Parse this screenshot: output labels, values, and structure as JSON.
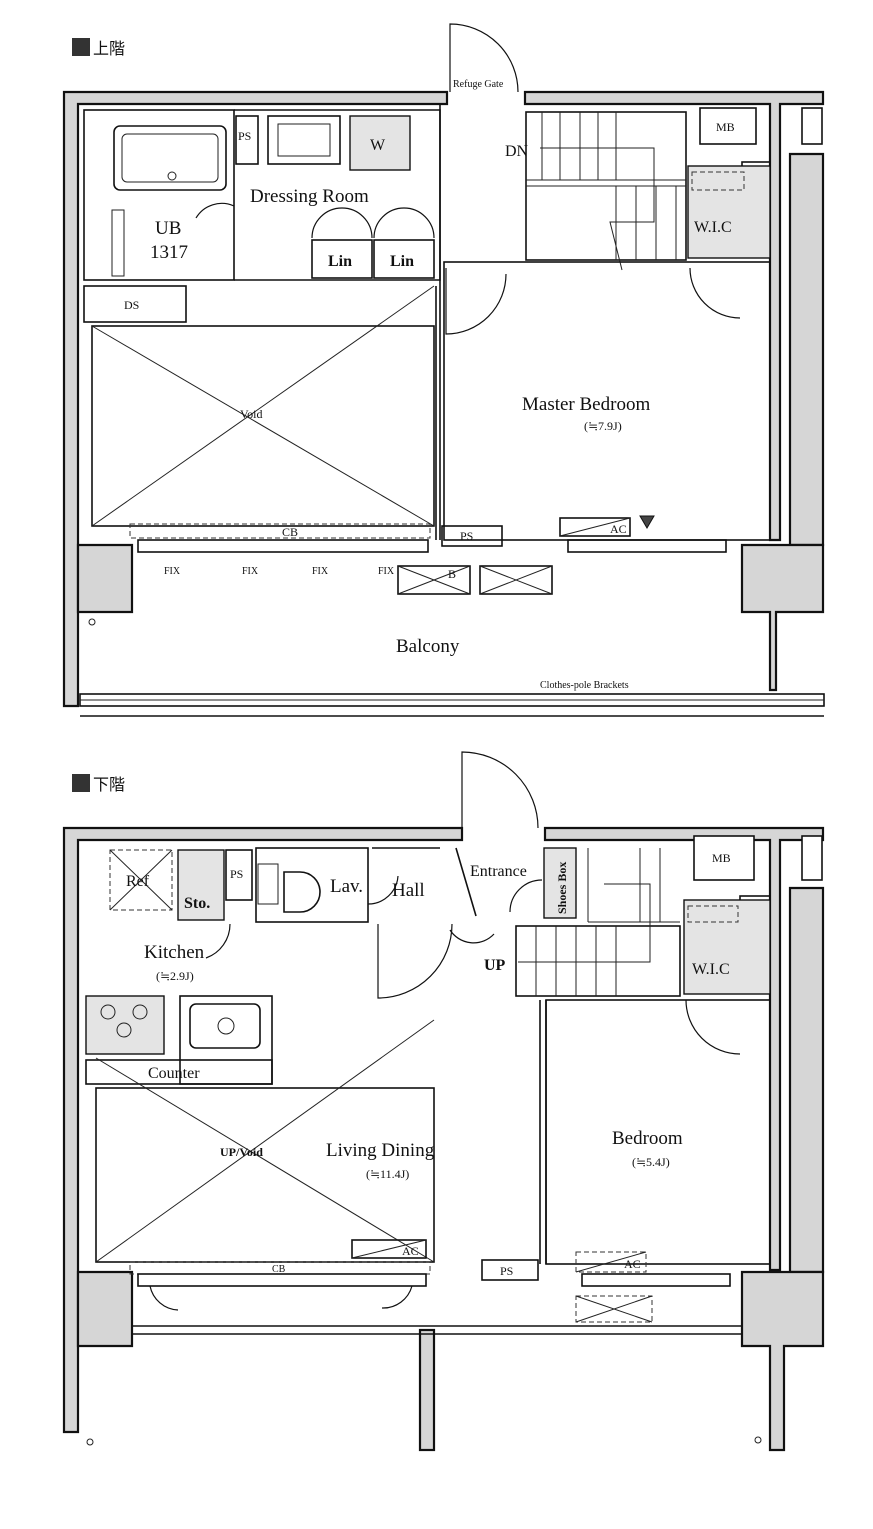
{
  "floors": {
    "upper": {
      "heading": "上階",
      "labels": {
        "refuge_gate": "Refuge Gate",
        "ps1": "PS",
        "w": "W",
        "dn": "DN",
        "mb": "MB",
        "ps2": "PS",
        "wic": "W.I.C",
        "dressing_room": "Dressing Room",
        "ub": "UB",
        "ub_size": "1317",
        "lin1": "Lin",
        "lin2": "Lin",
        "ds": "DS",
        "void": "Void",
        "master_bedroom": "Master Bedroom",
        "master_bedroom_size": "(≒7.9J)",
        "cb": "CB",
        "ps3": "PS",
        "ac": "AC",
        "fix1": "FIX",
        "fix2": "FIX",
        "fix3": "FIX",
        "fix4": "FIX",
        "b": "B",
        "balcony": "Balcony",
        "clothes_pole": "Clothes-pole Brackets"
      }
    },
    "lower": {
      "heading": "下階",
      "labels": {
        "ref": "Ref",
        "ps1": "PS",
        "sto": "Sto.",
        "lav": "Lav.",
        "hall": "Hall",
        "entrance": "Entrance",
        "shoes_box": "Shoes Box",
        "mb": "MB",
        "ps2": "PS",
        "wic": "W.I.C",
        "kitchen": "Kitchen",
        "kitchen_size": "(≒2.9J)",
        "up": "UP",
        "counter": "Counter",
        "up_void": "UP/Void",
        "living_dining": "Living Dining",
        "living_dining_size": "(≒11.4J)",
        "bedroom": "Bedroom",
        "bedroom_size": "(≒5.4J)",
        "ac1": "AC",
        "ac2": "AC",
        "cb": "CB",
        "ps3": "PS"
      }
    }
  }
}
